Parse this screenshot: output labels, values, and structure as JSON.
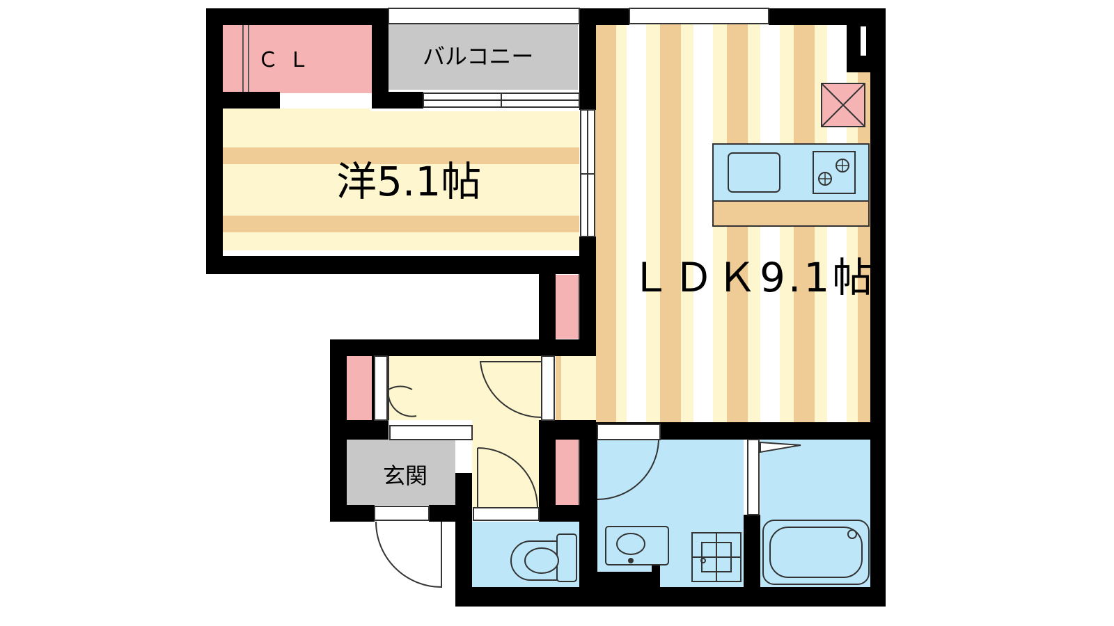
{
  "floor_plan": {
    "rooms": {
      "closet": {
        "label": "ＣＬ"
      },
      "balcony": {
        "label": "バルコニー"
      },
      "western_room": {
        "label": "洋5.1帖"
      },
      "ldk": {
        "label": "ＬＤＫ9.1帖"
      },
      "entrance": {
        "label": "玄関"
      }
    },
    "colors": {
      "wall": "#000000",
      "floor_light": "#fdf6cf",
      "floor_stripe": "#efcc96",
      "storage": "#f5b3b3",
      "wet_area": "#bde7f9",
      "utility_gray": "#c8c8c8"
    },
    "fixtures": [
      "kitchen-sink-icon",
      "stove-burner-icon",
      "fridge-space-icon",
      "toilet-icon",
      "washbasin-icon",
      "washing-machine-icon",
      "bathtub-icon",
      "door-swing-icon"
    ]
  }
}
